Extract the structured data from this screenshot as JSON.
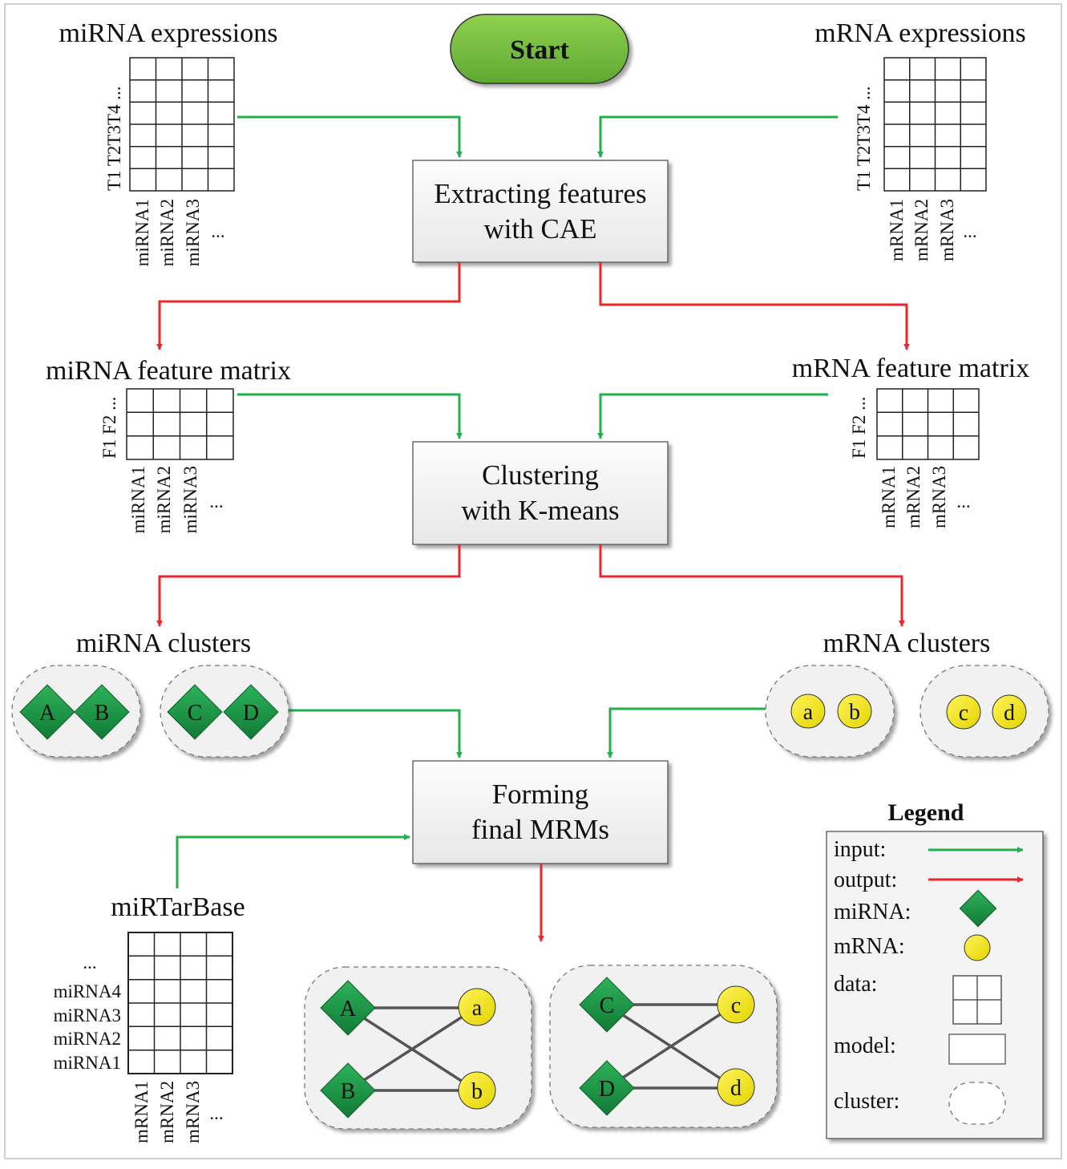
{
  "start_label": "Start",
  "sources": {
    "mirna_expr": {
      "title": "miRNA expressions",
      "row_label": "T1 T2T3T4 ...",
      "cols": [
        "miRNA1",
        "miRNA2",
        "miRNA3",
        "..."
      ]
    },
    "mrna_expr": {
      "title": "mRNA expressions",
      "row_label": "T1 T2T3T4 ...",
      "cols": [
        "mRNA1",
        "mRNA2",
        "mRNA3",
        "..."
      ]
    },
    "mirna_feat": {
      "title": "miRNA feature matrix",
      "row_label": "F1 F2 ...",
      "cols": [
        "miRNA1",
        "miRNA2",
        "miRNA3",
        "..."
      ]
    },
    "mrna_feat": {
      "title": "mRNA feature matrix",
      "row_label": "F1 F2 ...",
      "cols": [
        "mRNA1",
        "mRNA2",
        "mRNA3",
        "..."
      ]
    },
    "mirtarbase": {
      "title": "miRTarBase",
      "rows": [
        "...",
        "miRNA4",
        "miRNA3",
        "miRNA2",
        "miRNA1"
      ],
      "cols": [
        "mRNA1",
        "mRNA2",
        "mRNA3",
        "..."
      ]
    }
  },
  "models": {
    "cae": {
      "line1": "Extracting features",
      "line2": "with CAE"
    },
    "kmeans": {
      "line1": "Clustering",
      "line2": "with K-means"
    },
    "mrm": {
      "line1": "Forming",
      "line2": "final MRMs"
    }
  },
  "clusters": {
    "mirna_title": "miRNA clusters",
    "mrna_title": "mRNA clusters",
    "mirna_groups": [
      [
        "A",
        "B"
      ],
      [
        "C",
        "D"
      ]
    ],
    "mrna_groups": [
      [
        "a",
        "b"
      ],
      [
        "c",
        "d"
      ]
    ]
  },
  "mrms": [
    {
      "mirnas": [
        "A",
        "B"
      ],
      "mrnas": [
        "a",
        "b"
      ]
    },
    {
      "mirnas": [
        "C",
        "D"
      ],
      "mrnas": [
        "c",
        "d"
      ]
    }
  ],
  "legend": {
    "title": "Legend",
    "input": "input:",
    "output": "output:",
    "mirna": "miRNA:",
    "mrna": "mRNA:",
    "data": "data:",
    "model": "model:",
    "cluster": "cluster:"
  },
  "colors": {
    "input_arrow": "#22b04b",
    "output_arrow": "#e8282b",
    "mirna_node": "#1f9a48",
    "mrna_node": "#f2e60c",
    "start_fill": "#7cc242"
  }
}
